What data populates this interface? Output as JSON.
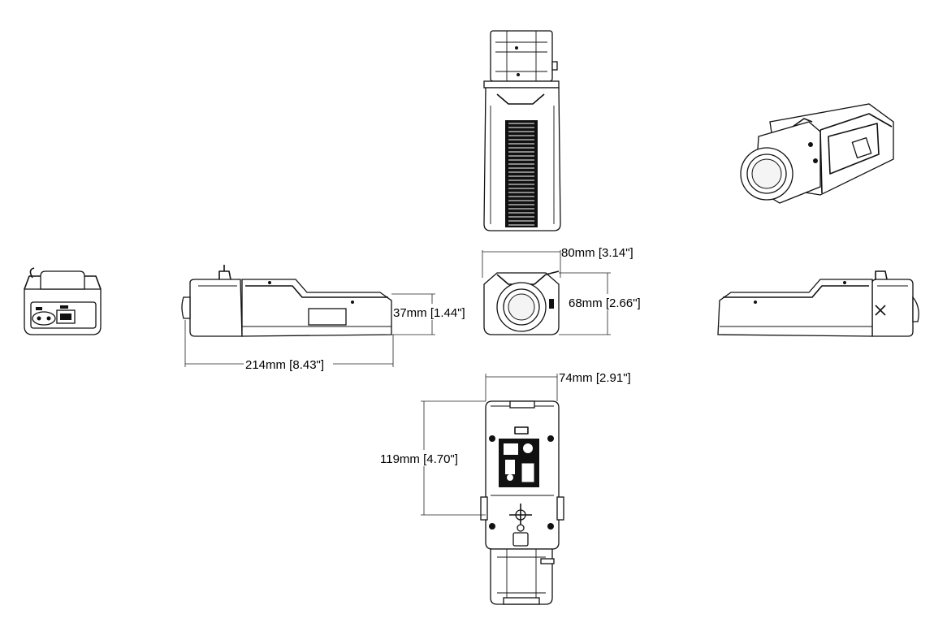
{
  "dimensions": {
    "front_width": "80mm [3.14\"]",
    "front_height": "68mm [2.66\"]",
    "side_height": "37mm [1.44\"]",
    "side_length": "214mm [8.43\"]",
    "bottom_width": "74mm [2.91\"]",
    "bottom_length": "119mm [4.70\"]"
  },
  "views": [
    "top-view",
    "front-view",
    "left-side-view",
    "rear-view",
    "right-side-view",
    "bottom-view",
    "isometric-view"
  ]
}
